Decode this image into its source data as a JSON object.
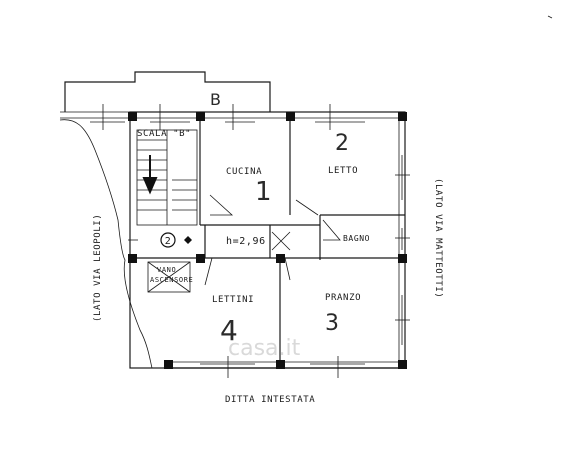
{
  "labels": {
    "scala": "SCALA \"B\"",
    "block": "B",
    "cucina": "CUCINA",
    "letto": "LETTO",
    "bagno": "BAGNO",
    "height": "h=2,96",
    "vano": "VANO",
    "ascensore": "ASCENSORE",
    "lettini": "LETTINI",
    "pranzo": "PRANZO",
    "side_left": "(LATO VIA LEOPOLI)",
    "side_right": "(LATO VIA MATTEOTTI)",
    "bottom": "DITTA INTESTATA",
    "circle_num": "2"
  },
  "room_numbers": {
    "cucina": "1",
    "letto": "2",
    "lettini": "4",
    "pranzo": "3"
  },
  "watermark": "casa.it"
}
